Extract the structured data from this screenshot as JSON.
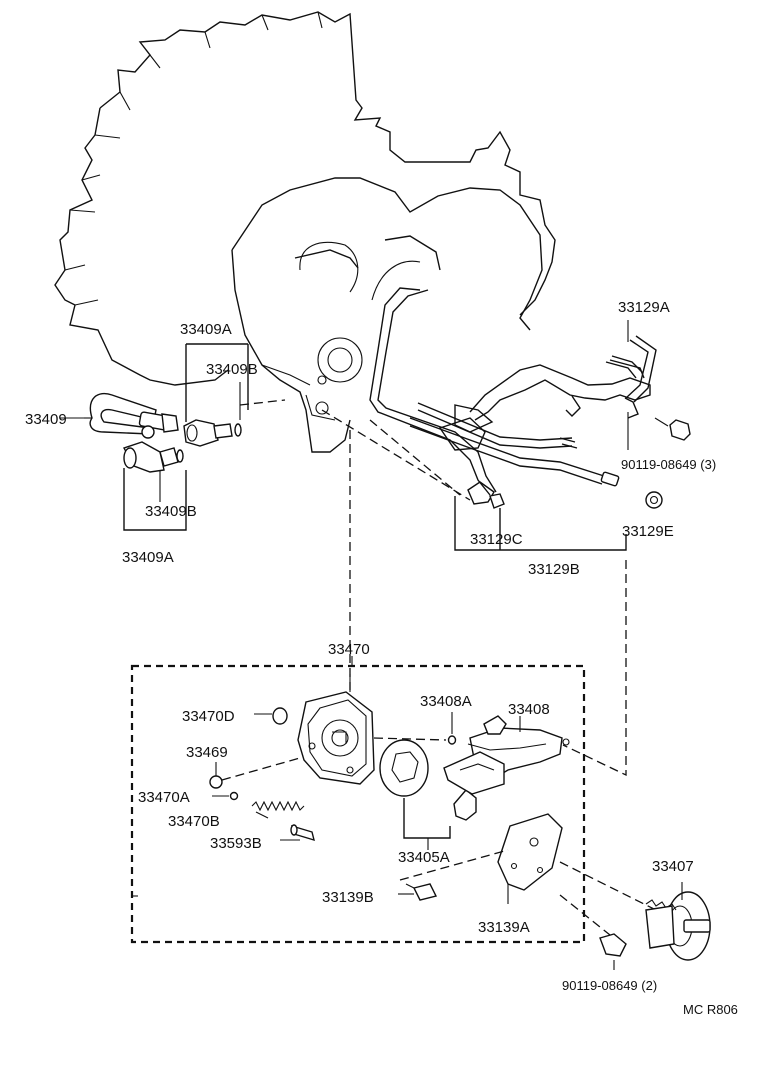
{
  "labels": {
    "p33409A_top": "33409A",
    "p33409B_top": "33409B",
    "p33409": "33409",
    "p33409B_bot": "33409B",
    "p33409A_bot": "33409A",
    "p33129A": "33129A",
    "p90119_3": "90119-08649 (3)",
    "p33129C": "33129C",
    "p33129E": "33129E",
    "p33129B": "33129B",
    "p33470": "33470",
    "p33470D": "33470D",
    "p33408A": "33408A",
    "p33408": "33408",
    "p33469": "33469",
    "p33470A": "33470A",
    "p33470B": "33470B",
    "p33593B": "33593B",
    "p33405A": "33405A",
    "p33407": "33407",
    "p33139B": "33139B",
    "p33139A": "33139A",
    "p90119_2": "90119-08649 (2)",
    "ref_code": "MC R806"
  }
}
